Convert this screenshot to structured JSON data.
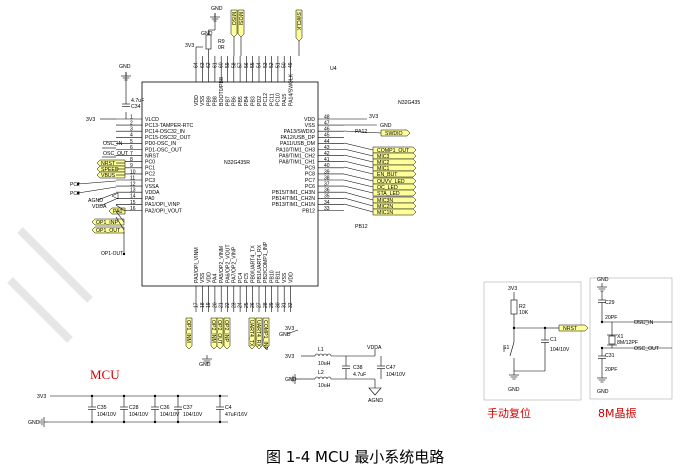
{
  "mcu": {
    "ref": "U4",
    "part": "N32G435",
    "body_label": "N32G435R",
    "left_pins": [
      {
        "num": "1",
        "name": "VLCD"
      },
      {
        "num": "2",
        "name": "PC13-TAMPER-RTC"
      },
      {
        "num": "3",
        "name": "PC14-OSC32_IN"
      },
      {
        "num": "4",
        "name": "PC15-OSC32_OUT"
      },
      {
        "num": "5",
        "name": "PD0-OSC_IN"
      },
      {
        "num": "6",
        "name": "PD1-OSC_OUT"
      },
      {
        "num": "7",
        "name": "NRST"
      },
      {
        "num": "8",
        "name": "PC0"
      },
      {
        "num": "9",
        "name": "PC1"
      },
      {
        "num": "10",
        "name": "PC2"
      },
      {
        "num": "11",
        "name": "PC3"
      },
      {
        "num": "12",
        "name": "VSSA"
      },
      {
        "num": "13",
        "name": "VDDA"
      },
      {
        "num": "14",
        "name": "PA0"
      },
      {
        "num": "15",
        "name": "PA1/OPI_VINP"
      },
      {
        "num": "16",
        "name": "PA2/OPI_VOUT"
      }
    ],
    "right_pins": [
      {
        "num": "48",
        "name": "VDD"
      },
      {
        "num": "47",
        "name": "VSS"
      },
      {
        "num": "46",
        "name": "PA13/SWDIO"
      },
      {
        "num": "45",
        "name": "PA12/USB_DP"
      },
      {
        "num": "44",
        "name": "PA11/USB_DM"
      },
      {
        "num": "43",
        "name": "PA10/TIM1_CH3"
      },
      {
        "num": "42",
        "name": "PA9/TIM1_CH2"
      },
      {
        "num": "41",
        "name": "PA8/TIM1_CH1"
      },
      {
        "num": "40",
        "name": "PC9"
      },
      {
        "num": "39",
        "name": "PC8"
      },
      {
        "num": "38",
        "name": "PC7"
      },
      {
        "num": "37",
        "name": "PC6"
      },
      {
        "num": "36",
        "name": "PB15/TIM1_CH3N"
      },
      {
        "num": "35",
        "name": "PB14/TIM1_CH2N"
      },
      {
        "num": "34",
        "name": "PB13/TIM1_CH1N"
      },
      {
        "num": "33",
        "name": "PB12"
      }
    ],
    "top_pins": [
      {
        "num": "64",
        "name": "VDD"
      },
      {
        "num": "63",
        "name": "VSS"
      },
      {
        "num": "62",
        "name": "PB9"
      },
      {
        "num": "61",
        "name": "PB8"
      },
      {
        "num": "60",
        "name": "BOOT0/PB8"
      },
      {
        "num": "59",
        "name": "PB7"
      },
      {
        "num": "58",
        "name": "PB6"
      },
      {
        "num": "57",
        "name": "PB5"
      },
      {
        "num": "56",
        "name": "PB4"
      },
      {
        "num": "55",
        "name": "PB3"
      },
      {
        "num": "54",
        "name": "PD2"
      },
      {
        "num": "53",
        "name": "PC12"
      },
      {
        "num": "52",
        "name": "PC11"
      },
      {
        "num": "51",
        "name": "PC10"
      },
      {
        "num": "50",
        "name": "PA15"
      },
      {
        "num": "49",
        "name": "PA14/SWCLK"
      }
    ],
    "bottom_pins": [
      {
        "num": "17",
        "name": "PA3/OPI_VINM"
      },
      {
        "num": "18",
        "name": "VSS"
      },
      {
        "num": "19",
        "name": "VDD"
      },
      {
        "num": "20",
        "name": "PA4"
      },
      {
        "num": "21",
        "name": "PA5/OP2_VINM"
      },
      {
        "num": "22",
        "name": "PA6/OP2_VOUT"
      },
      {
        "num": "23",
        "name": "PA7/OP2_VINP"
      },
      {
        "num": "24",
        "name": "PC4"
      },
      {
        "num": "25",
        "name": "PC5"
      },
      {
        "num": "26",
        "name": "PB0/UART4_TX"
      },
      {
        "num": "27",
        "name": "PB1/UART4_RX"
      },
      {
        "num": "28",
        "name": "PB2/COMP1_INP"
      },
      {
        "num": "29",
        "name": "PB10"
      },
      {
        "num": "30",
        "name": "PB11"
      },
      {
        "num": "31",
        "name": "VSS"
      },
      {
        "num": "32",
        "name": "VDD"
      }
    ]
  },
  "nets": {
    "left": [
      "3V3",
      "OSC_IN",
      "OSC_OUT",
      "NRST",
      "SPEED",
      "VBUS",
      "AGND",
      "PA0",
      "OP1_INP",
      "OP1_OUT"
    ],
    "right": [
      "3V3",
      "SWDIO",
      "COMP1_OUT",
      "MIC3",
      "MIC2",
      "MIC1",
      "EN_BUT",
      "OUVV_LED",
      "OC_LED",
      "STA_LED",
      "MIC3N",
      "MIC2N",
      "MIC1N"
    ],
    "right_gnd": "GND",
    "pa12": "PA12",
    "pb12": "PB12",
    "top": [
      "MISO",
      "MOSI",
      "SWCLK"
    ],
    "bottom": [
      "OP1_INM",
      "OP2_INM",
      "OP2_OUT",
      "OP2_INP",
      "UART4_TX",
      "UART4_RX",
      "COMP1_INP"
    ],
    "pc_left": [
      "PC2",
      "PC3"
    ],
    "op1_out_small": "OP1-OUT"
  },
  "components": {
    "r9": {
      "ref": "R9",
      "value": "0R"
    },
    "c34": {
      "ref": "C34",
      "value": "4.7uF"
    },
    "gnd": "GND",
    "v3v3": "3V3",
    "vdda": "VDDA",
    "agnd": "AGND",
    "l1": {
      "ref": "L1",
      "value": "10uH"
    },
    "l2": {
      "ref": "L2",
      "value": "10uH"
    },
    "c38": {
      "ref": "C38",
      "value": "4.7uF"
    },
    "c47": {
      "ref": "C47",
      "value": "104/10V"
    },
    "decoupling": [
      {
        "ref": "C35",
        "value": "104/10V"
      },
      {
        "ref": "C28",
        "value": "104/10V"
      },
      {
        "ref": "C36",
        "value": "104/10V"
      },
      {
        "ref": "C37",
        "value": "104/10V"
      },
      {
        "ref": "C4",
        "value": "47uF/16V"
      }
    ],
    "reset": {
      "r": "R2",
      "r_val": "10K",
      "c": "C1",
      "c_val": "104/10V",
      "sw": "S1",
      "net": "NRST"
    },
    "xtal": {
      "ref": "X1",
      "value": "8M/12PF",
      "c29": "C29",
      "c29_val": "20PF",
      "c31": "C31",
      "c31_val": "20PF",
      "osc_in": "OSC_IN",
      "osc_out": "OSC_OUT"
    }
  },
  "labels": {
    "mcu": "MCU",
    "reset": "手动复位",
    "xtal": "8M晶振"
  },
  "caption": "图 1-4   MCU   最小系统电路"
}
